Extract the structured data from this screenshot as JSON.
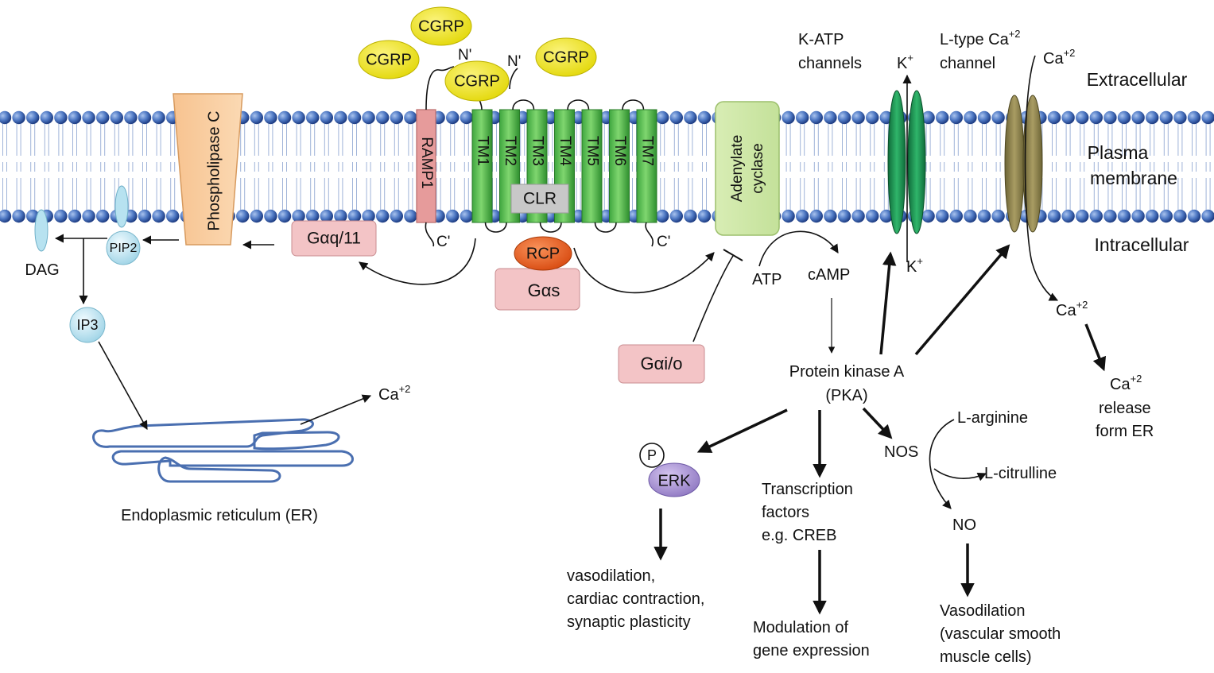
{
  "membrane": {
    "extracellular": "Extracellular",
    "plasma_line1": "Plasma",
    "plasma_line2": "membrane",
    "intracellular": "Intracellular"
  },
  "ligands": {
    "cgrp": "CGRP",
    "n_prime": "N'",
    "c_prime": "C'"
  },
  "receptor": {
    "ramp1": "RAMP1",
    "tm": [
      "TM1",
      "TM2",
      "TM3",
      "TM4",
      "TM5",
      "TM6",
      "TM7"
    ],
    "clr": "CLR",
    "rcp": "RCP",
    "gas": "Gαs"
  },
  "left_pathway": {
    "phospholipase_c": "Phospholipase C",
    "gaq11": "Gαq/11",
    "pip2": "PIP2",
    "dag": "DAG",
    "ip3": "IP3",
    "ca": "Ca",
    "ca_sup": "+2",
    "er_label": "Endoplasmic reticulum (ER)"
  },
  "adenylate": {
    "line1": "Adenylate",
    "line2": "cyclase",
    "gaio": "Gαi/o",
    "atp": "ATP",
    "camp": "cAMP"
  },
  "channels": {
    "katp_line1": "K-ATP",
    "katp_line2": "channels",
    "k_top": "K",
    "k_bottom": "K",
    "k_sup": "+",
    "ltype_line1": "L-type Ca",
    "ltype_sup": "+2",
    "ltype_line2": "channel",
    "ca_top": "Ca",
    "ca_top_sup": "+2"
  },
  "pka": {
    "line1": "Protein kinase A",
    "line2": "(PKA)"
  },
  "erk_branch": {
    "p": "P",
    "erk": "ERK",
    "out_line1": "vasodilation,",
    "out_line2": "cardiac contraction,",
    "out_line3": "synaptic plasticity"
  },
  "tf_branch": {
    "line1": "Transcription",
    "line2": "factors",
    "line3": "e.g. CREB",
    "out_line1": "Modulation of",
    "out_line2": "gene expression"
  },
  "nos_branch": {
    "nos": "NOS",
    "arginine": "L-arginine",
    "citrulline": "L-citrulline",
    "no": "NO",
    "out_line1": "Vasodilation",
    "out_line2": "(vascular smooth",
    "out_line3": "muscle cells)"
  },
  "ca_release": {
    "ca": "Ca",
    "ca_sup": "+2",
    "ca2": "Ca",
    "ca2_sup": "+2",
    "line2": "release",
    "line3": "form ER"
  }
}
